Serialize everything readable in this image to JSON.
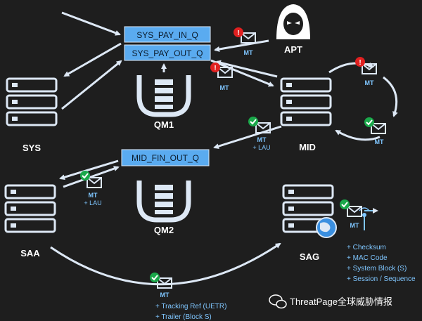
{
  "queues": {
    "sys_pay_in": "SYS_PAY_IN_Q",
    "sys_pay_out": "SYS_PAY_OUT_Q",
    "mid_fin_out": "MID_FIN_OUT_Q"
  },
  "nodes": {
    "sys": "SYS",
    "qm1": "QM1",
    "qm2": "QM2",
    "mid": "MID",
    "apt": "APT",
    "saa": "SAA",
    "sag": "SAG"
  },
  "messages": {
    "mt": "MT",
    "lau": "+ LAU"
  },
  "sag_checks": [
    "+ Checksum",
    "+ MAC Code",
    "+ System Block (S)",
    "+ Session / Sequence"
  ],
  "saa_sag_extras": [
    "+ Tracking Ref (UETR)",
    "+ Trailer (Block S)"
  ],
  "watermark": "ThreatPage全球威胁情报",
  "colors": {
    "background": "#1e1e1e",
    "queue_fill": "#5aabf0",
    "arrow": "#dde8f5",
    "mt_blue": "#7fc6ff",
    "alert_red": "#e02020",
    "ok_green": "#1aa84a"
  }
}
